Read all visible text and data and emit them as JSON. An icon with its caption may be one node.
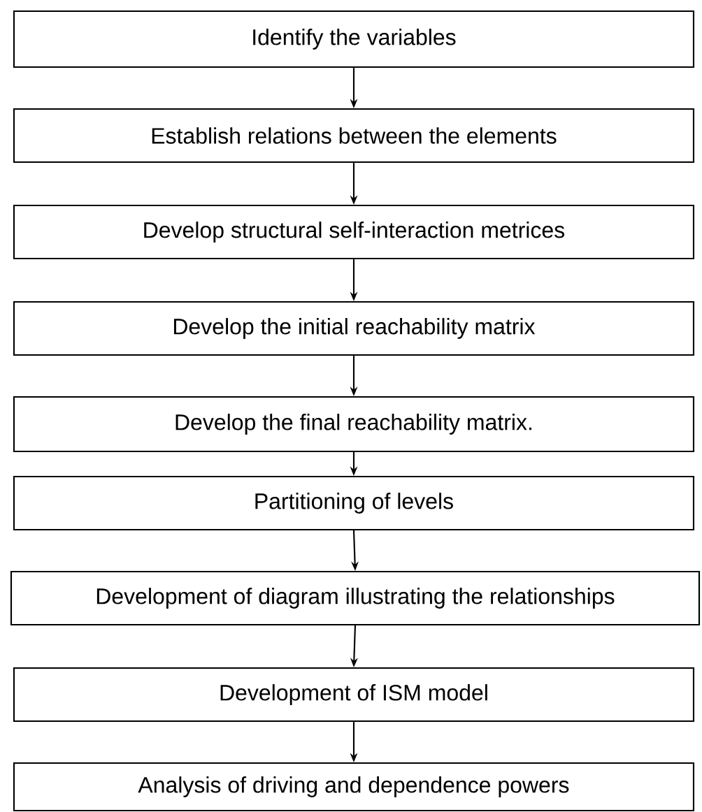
{
  "diagram": {
    "nodes": [
      {
        "text": [
          "Identify the variables"
        ]
      },
      {
        "text": [
          "Establish relations between the elements"
        ]
      },
      {
        "text": [
          "Develop structural self-interaction metrices"
        ]
      },
      {
        "text": [
          "Develop the initial reachability matrix"
        ]
      },
      {
        "text": [
          "Develop the final reachability matrix."
        ]
      },
      {
        "text": [
          "Partitioning of levels"
        ]
      },
      {
        "text": [
          "Development of diagram illustrating the relationships"
        ]
      },
      {
        "text": [
          "Development of ISM model"
        ]
      },
      {
        "text": [
          "Analysis of driving and dependence powers"
        ]
      }
    ],
    "edges": [
      {
        "from": 0,
        "to": 1,
        "arrow": "to"
      },
      {
        "from": 1,
        "to": 2,
        "arrow": "to"
      },
      {
        "from": 2,
        "to": 3,
        "arrow": "to"
      },
      {
        "from": 3,
        "to": 4,
        "arrow": "to"
      },
      {
        "from": 4,
        "to": 5,
        "arrow": "to"
      },
      {
        "from": 5,
        "to": 6,
        "arrow": "to"
      },
      {
        "from": 6,
        "to": 7,
        "arrow": "to"
      },
      {
        "from": 7,
        "to": 8,
        "arrow": "to"
      }
    ]
  }
}
